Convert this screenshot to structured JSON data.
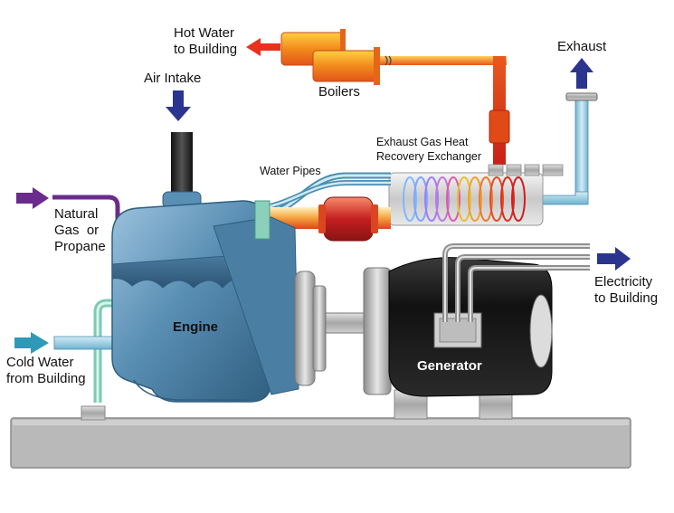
{
  "labels": {
    "hot_water_l1": "Hot Water",
    "hot_water_l2": "to Building",
    "boilers": "Boilers",
    "exhaust": "Exhaust",
    "air_intake": "Air Intake",
    "hx_l1": "Exhaust Gas Heat",
    "hx_l2": "Recovery Exchanger",
    "water_pipes": "Water Pipes",
    "fuel_l1": "Natural",
    "fuel_l2": "Gas  or",
    "fuel_l3": "Propane",
    "engine": "Engine",
    "generator": "Generator",
    "electricity_l1": "Electricity",
    "electricity_l2": "to Building",
    "cold_water_l1": "Cold Water",
    "cold_water_l2": "from Building"
  },
  "colors": {
    "engine": "#5a8fb4",
    "hot_arrow": "#e8311e",
    "dark_arrow": "#2b3590",
    "fuel_arrow": "#6a2b8c",
    "cold_arrow": "#2f9ab8",
    "base": "#b9b9b9"
  }
}
